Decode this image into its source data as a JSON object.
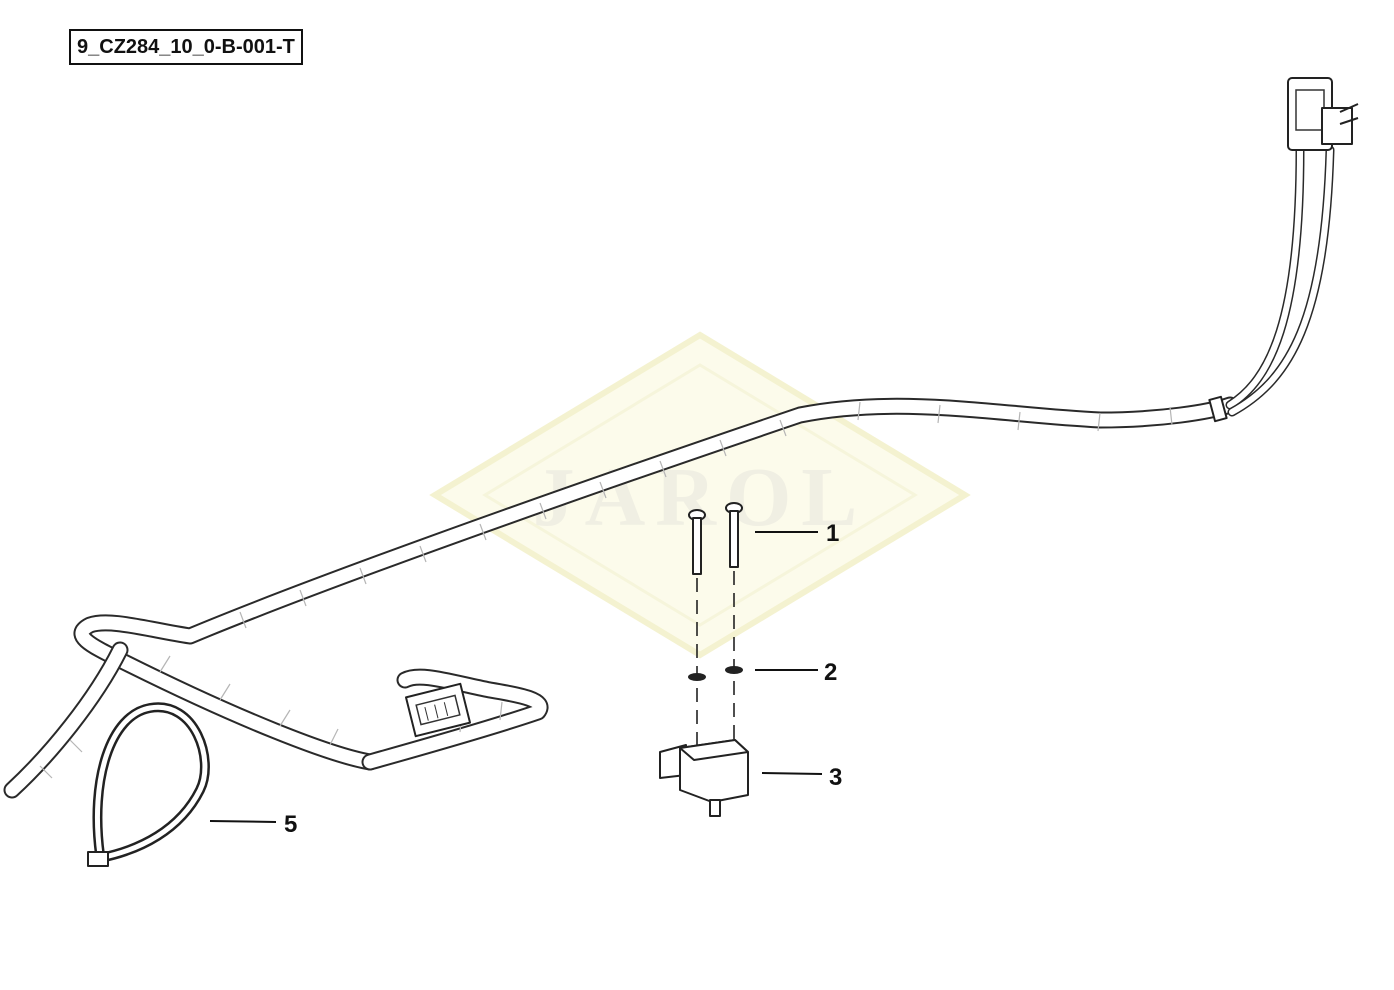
{
  "reference_code": "9_CZ284_10_0-B-001-T",
  "watermark": "JAROL",
  "callouts": [
    "1",
    "2",
    "3",
    "5"
  ],
  "parts": {
    "screws": "screw-pair",
    "washers": "washer-pair",
    "sensor": "knock-sensor",
    "tie": "cable-tie",
    "harness": "wiring-harness",
    "connector_near": "harness-connector",
    "connector_far": "end-connector"
  },
  "colors": {
    "line": "#222222",
    "background": "#ffffff",
    "watermark": "#efeee0"
  }
}
